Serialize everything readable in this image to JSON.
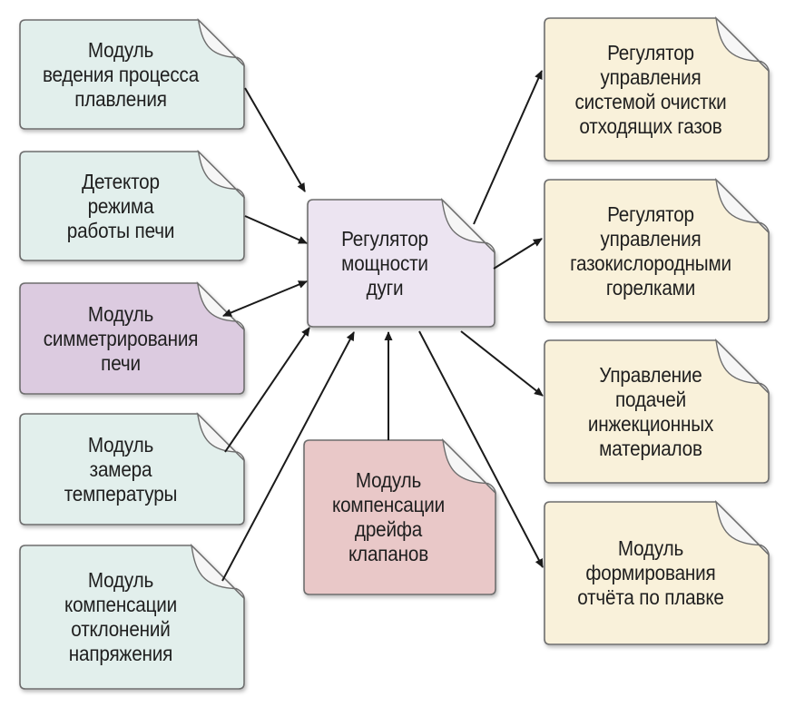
{
  "colors": {
    "green": "#e2efec",
    "purple": "#dccbe0",
    "lavender": "#ece4f1",
    "pink": "#e9c8c8",
    "yellow": "#f9f1da",
    "fold": "#f6f6f6",
    "border": "#6e6e6e",
    "arrow": "#1a1a1a"
  },
  "notes": {
    "n1": "Модуль\nведения процесса\nплавления",
    "n2": "Детектор\nрежима\nработы печи",
    "n3": "Модуль\nсимметрирования\nпечи",
    "n4": "Модуль\nзамера\nтемпературы",
    "n5": "Модуль\nкомпенсации\nотклонений\nнапряжения",
    "center": "Регулятор\nмощности\nдуги",
    "drift": "Модуль\nкомпенсации\nдрейфа\nклапанов",
    "r1": "Регулятор\nуправления\nсистемой очистки\nотходящих газов",
    "r2": "Регулятор\nуправления\nгазокислородными\nгорелками",
    "r3": "Управление\nподачей\nинжекционных\nматериалов",
    "r4": "Модуль\nформирования\nотчёта по плавке"
  }
}
